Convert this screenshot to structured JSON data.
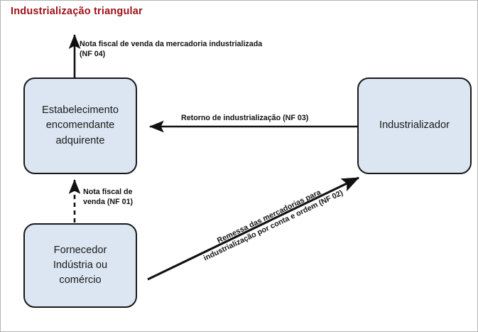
{
  "diagram": {
    "title": "Industrialização triangular",
    "title_color": "#9d1018",
    "node_fill_color": "#dce6f2",
    "node_border_color": "#17181a",
    "nodes": [
      {
        "id": "encomendante",
        "label": "Estabelecimento\nencomendante\nadquirente"
      },
      {
        "id": "industrializador",
        "label": "Industrializador"
      },
      {
        "id": "fornecedor",
        "label": "Fornecedor\nIndústria ou\ncomércio"
      }
    ],
    "edges": [
      {
        "id": "nf04",
        "label": "Nota fiscal de venda da mercadoria industrializada\n(NF 04)",
        "style": "solid",
        "direction": "up",
        "from": "encomendante",
        "to": "outside-top"
      },
      {
        "id": "nf03",
        "label": "Retorno de industrialização (NF 03)",
        "style": "solid",
        "direction": "left",
        "from": "industrializador",
        "to": "encomendante"
      },
      {
        "id": "nf01",
        "label": "Nota fiscal de\nvenda (NF 01)",
        "style": "dashed",
        "direction": "up",
        "from": "fornecedor",
        "to": "encomendante"
      },
      {
        "id": "nf02",
        "label": "Remessa das mercadorias para\nindustrialização  por conta e ordem (NF 02)",
        "style": "solid",
        "direction": "up-right",
        "from": "fornecedor",
        "to": "industrializador"
      }
    ]
  }
}
